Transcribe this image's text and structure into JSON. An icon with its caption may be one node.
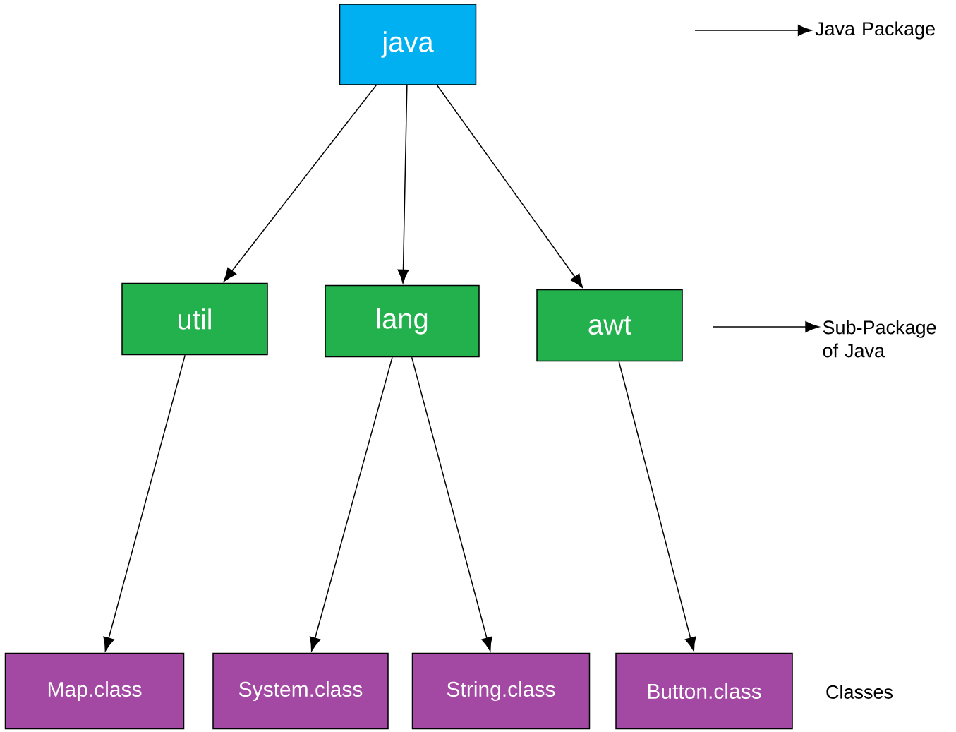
{
  "diagram": {
    "nodes": [
      {
        "text": [
          "java"
        ]
      },
      {
        "text": [
          "util"
        ]
      },
      {
        "text": [
          "lang"
        ]
      },
      {
        "text": [
          "awt"
        ]
      },
      {
        "text": [
          "Map.class"
        ]
      },
      {
        "text": [
          "System.class"
        ]
      },
      {
        "text": [
          "String.class"
        ]
      },
      {
        "text": [
          "Button.class"
        ]
      },
      {
        "text": [
          "Java Package"
        ]
      },
      {
        "text": [
          "Sub-Package of Java"
        ]
      }
    ],
    "edges": [
      {
        "from": 0,
        "to": 1,
        "arrow": "to"
      },
      {
        "from": 0,
        "to": 2,
        "arrow": "to"
      },
      {
        "from": 0,
        "to": 3,
        "arrow": "to"
      },
      {
        "from": 1,
        "to": 4,
        "arrow": "to"
      },
      {
        "from": 2,
        "to": 5,
        "arrow": "to"
      },
      {
        "from": 2,
        "to": 6,
        "arrow": "to"
      },
      {
        "from": 3,
        "to": 7,
        "arrow": "to"
      },
      {
        "from": null,
        "to": 8,
        "arrow": "to"
      },
      {
        "from": null,
        "to": 9,
        "arrow": "to"
      }
    ],
    "labels": [
      "Classes"
    ]
  }
}
